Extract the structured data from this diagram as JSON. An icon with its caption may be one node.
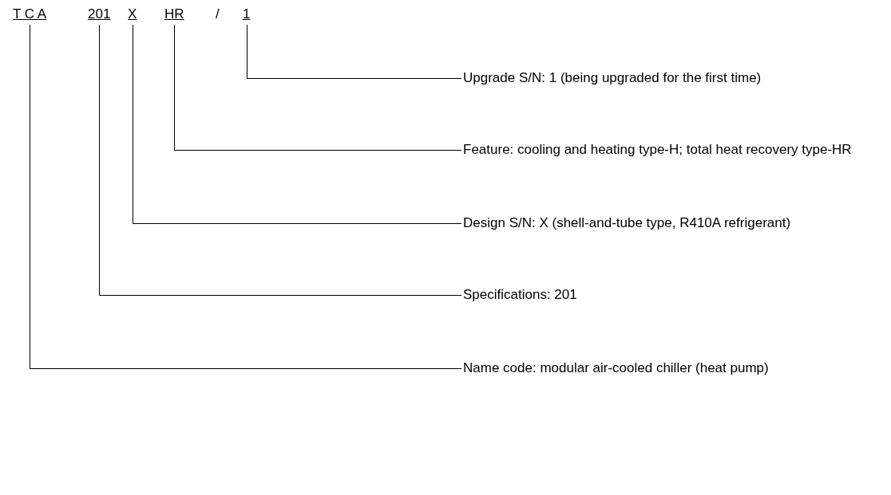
{
  "diagram": {
    "nodes": [
      {
        "text": [
          "T C A"
        ]
      },
      {
        "text": [
          "201"
        ]
      },
      {
        "text": [
          "X"
        ]
      },
      {
        "text": [
          "HR"
        ]
      },
      {
        "text": [
          "1"
        ]
      },
      {
        "text": [
          "Upgrade S/N: 1 (being upgraded for the first time)"
        ]
      },
      {
        "text": [
          "Feature: cooling and heating type-H; total heat recovery type-HR"
        ]
      },
      {
        "text": [
          "Design S/N: X (shell-and-tube type, R410A refrigerant)"
        ]
      },
      {
        "text": [
          "Specifications: 201"
        ]
      },
      {
        "text": [
          "Name code: modular air-cooled chiller (heat pump)"
        ]
      }
    ],
    "edges": [
      {
        "from": 4,
        "to": 5,
        "arrow": "none"
      },
      {
        "from": 3,
        "to": 6,
        "arrow": "none"
      },
      {
        "from": 2,
        "to": 7,
        "arrow": "none"
      },
      {
        "from": 1,
        "to": 8,
        "arrow": "none"
      },
      {
        "from": 0,
        "to": 9,
        "arrow": "none"
      }
    ],
    "labels": [
      "/"
    ]
  }
}
